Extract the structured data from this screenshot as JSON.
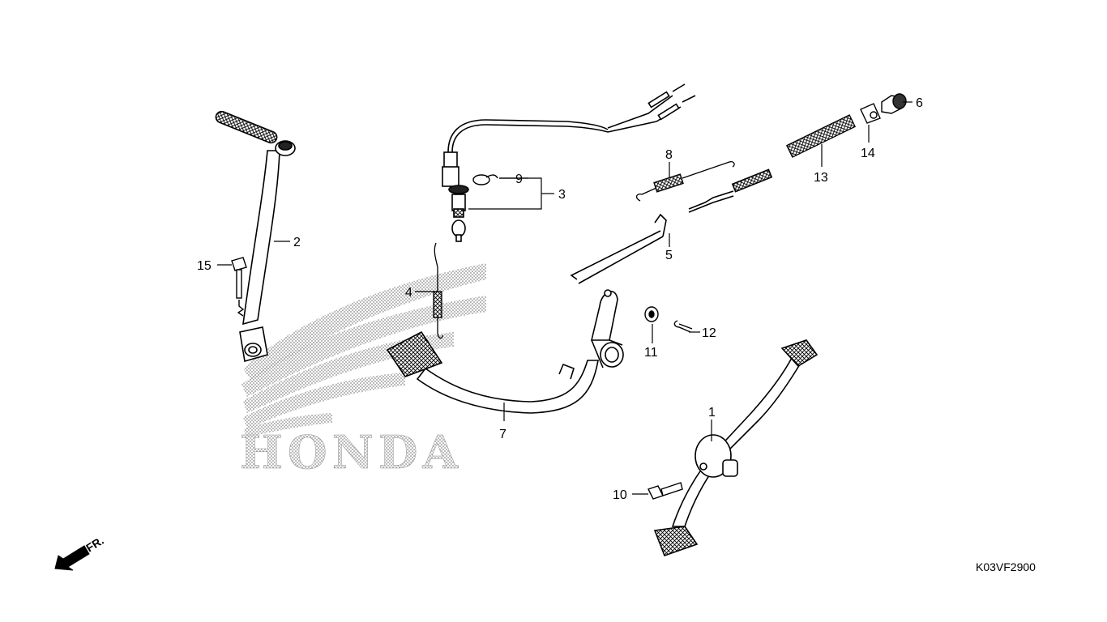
{
  "watermark": {
    "brand": "HONDA"
  },
  "direction_arrow": {
    "label": "FR.",
    "icon": "front-direction-arrow-icon"
  },
  "diagram_code": "K03VF2900",
  "callouts": {
    "c1": "1",
    "c2": "2",
    "c3": "3",
    "c4": "4",
    "c5": "5",
    "c6": "6",
    "c7": "7",
    "c8": "8",
    "c9": "9",
    "c10": "10",
    "c11": "11",
    "c12": "12",
    "c13": "13",
    "c14": "14",
    "c15": "15"
  }
}
